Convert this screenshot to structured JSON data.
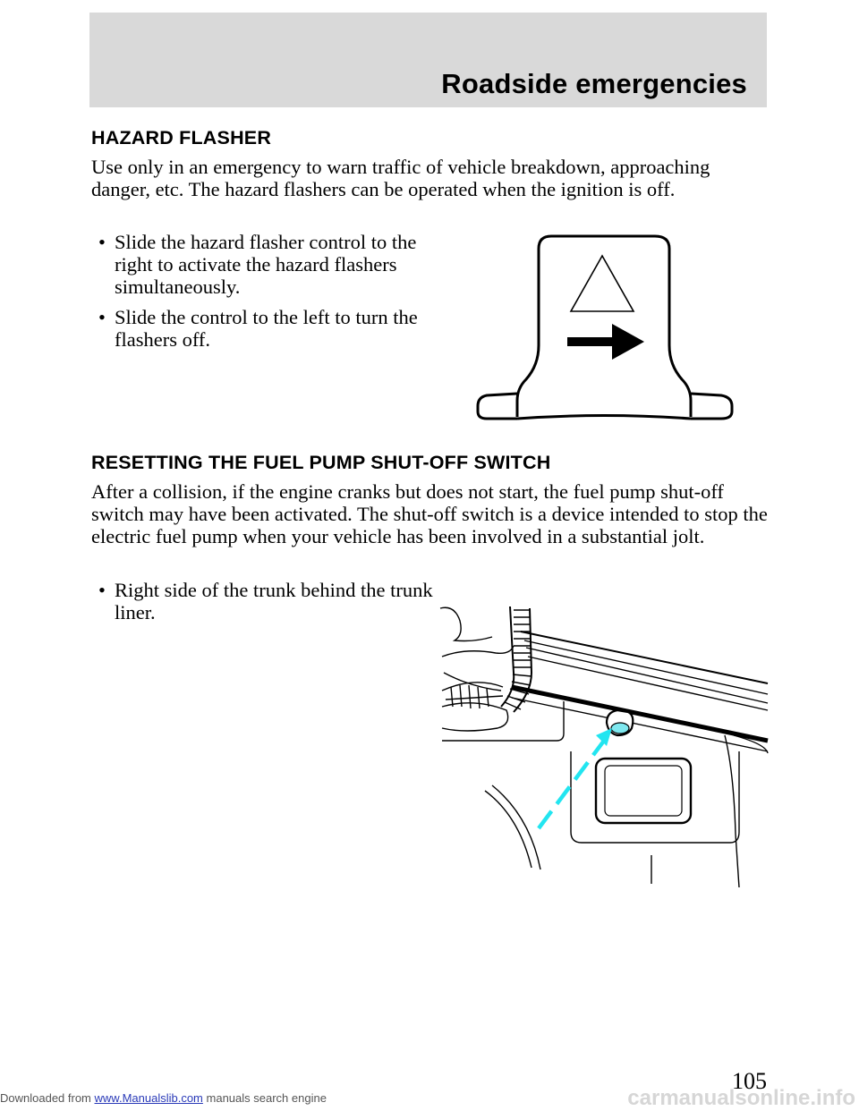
{
  "header": {
    "title": "Roadside emergencies"
  },
  "hazard": {
    "heading": "HAZARD FLASHER",
    "intro": "Use only in an emergency to warn traffic of vehicle breakdown, approaching danger, etc. The hazard flashers can be operated when the ignition is off.",
    "bullets": [
      "Slide the hazard flasher control to the right to activate the hazard flashers simultaneously.",
      "Slide the control to the left to turn the flashers off."
    ]
  },
  "fuel": {
    "heading": "RESETTING THE FUEL PUMP SHUT-OFF SWITCH",
    "intro": "After a collision, if the engine cranks but does not start, the fuel pump shut-off switch may have been activated. The shut-off switch is a device intended to stop the electric fuel pump when your vehicle has been involved in a substantial jolt.",
    "bullets": [
      "Right side of the trunk behind the trunk liner."
    ]
  },
  "bullet_glyph": "•",
  "page_number": "105",
  "footer": {
    "prefix": "Downloaded from",
    "link": "www.Manualslib.com",
    "suffix": "manuals search engine"
  },
  "watermark": "carmanualsonline.info",
  "colors": {
    "header_band": "#d9d9d9",
    "indicator_arrow": "#22e5f0"
  },
  "icons": [
    "hazard-triangle-icon",
    "right-arrow-icon",
    "cyan-dashed-arrow-icon"
  ]
}
